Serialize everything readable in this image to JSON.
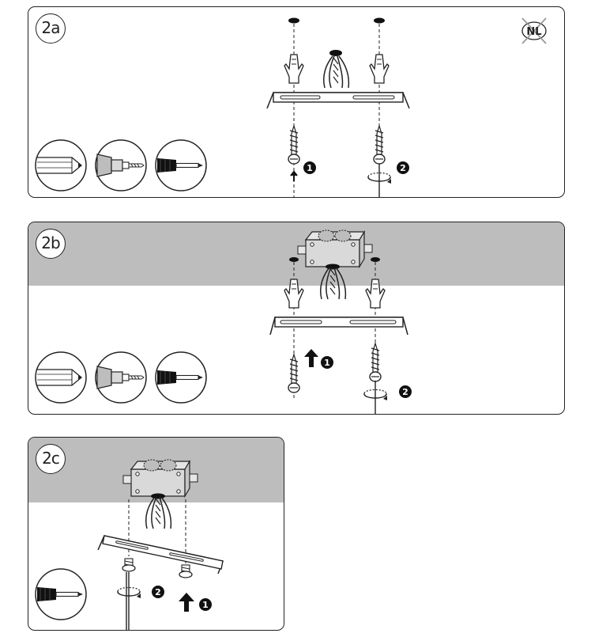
{
  "panels": [
    {
      "label": "2a",
      "step_up": "1",
      "step_turn": "2",
      "badge": "NL"
    },
    {
      "label": "2b",
      "step_up": "1",
      "step_turn": "2"
    },
    {
      "label": "2c",
      "step_up": "1",
      "step_turn": "2"
    }
  ],
  "tool_icons": [
    "pencil-icon",
    "drill-icon",
    "screwdriver-icon"
  ],
  "colors": {
    "outline": "#222222",
    "ceiling": "#bdbdbd",
    "tool_fill": "#d9d9d9"
  }
}
